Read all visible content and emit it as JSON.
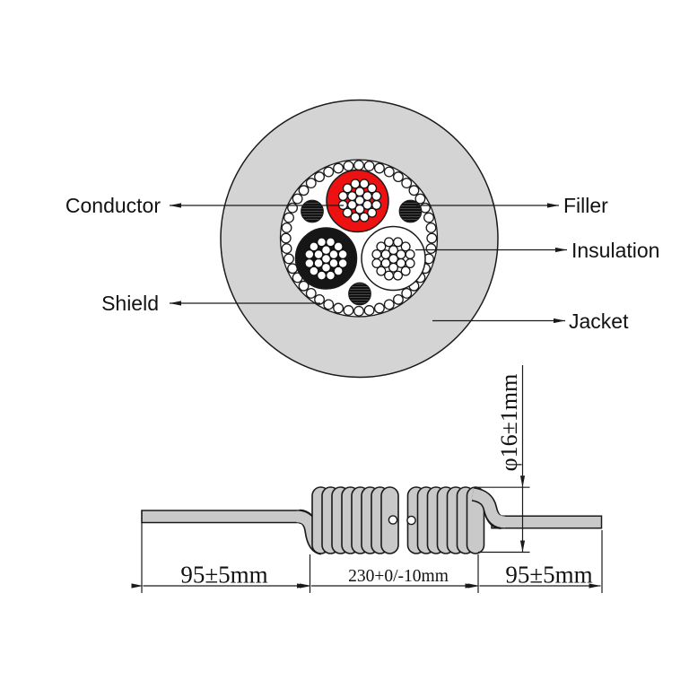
{
  "cross_section": {
    "labels": {
      "conductor": "Conductor",
      "filler": "Filler",
      "insulation": "Insulation",
      "shield": "Shield",
      "jacket": "Jacket"
    }
  },
  "side_view": {
    "dim_left": "95±5mm",
    "dim_middle": "230+0/-10mm",
    "dim_right": "95±5mm",
    "dim_diameter": "φ16±1mm"
  },
  "colors": {
    "jacket": "#d4d4d4",
    "cable": "#c9c9c9",
    "conductor_red": "#ee1111",
    "core_black": "#161616",
    "line": "#1a1a1a"
  }
}
